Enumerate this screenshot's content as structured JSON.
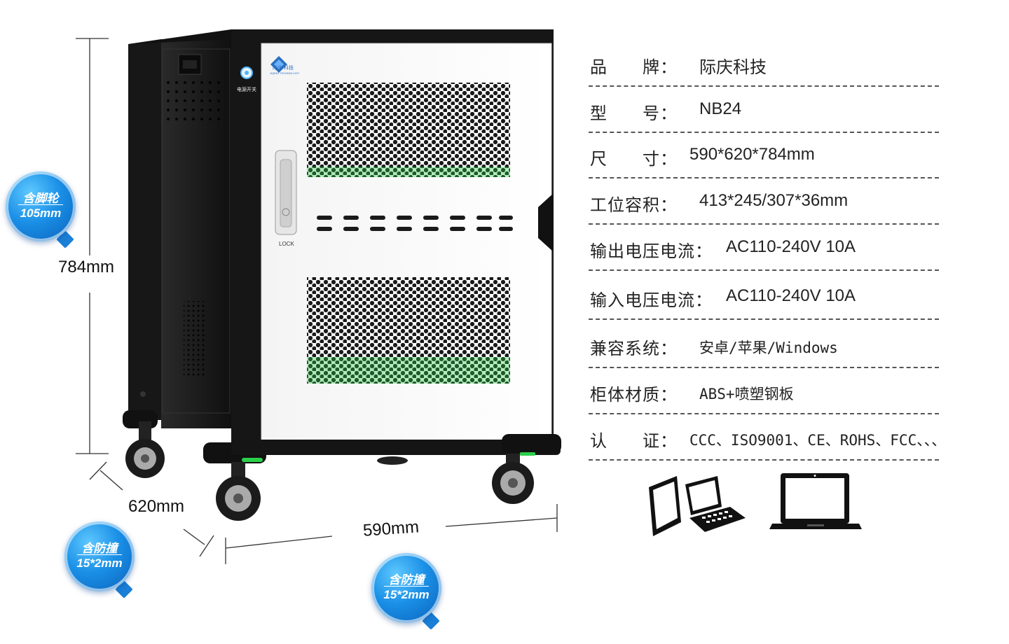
{
  "specs": [
    {
      "label": "品　　牌：",
      "value": "际庆科技"
    },
    {
      "label": "型　　号：",
      "value": "NB24"
    },
    {
      "label": "尺　　寸：",
      "value": "590*620*784mm"
    },
    {
      "label": "工位容积：",
      "value": "413*245/307*36mm"
    },
    {
      "label": "输出电压电流：",
      "value": "AC110-240V 10A"
    },
    {
      "label": "输入电压电流：",
      "value": "AC110-240V 10A"
    },
    {
      "label": "兼容系统：",
      "value": "安卓/苹果/Windows"
    },
    {
      "label": "柜体材质：",
      "value": "ABS+喷塑钢板"
    },
    {
      "label": "认　　证：",
      "value": "CCC、ISO9001、CE、ROHS、FCC、、、"
    }
  ],
  "dimensions": {
    "height": "784mm",
    "depth": "620mm",
    "width": "590mm"
  },
  "badges": {
    "casters": {
      "title": "含脚轮",
      "value": "105mm"
    },
    "bumper_left": {
      "title": "含防撞",
      "value": "15*2mm"
    },
    "bumper_bottom": {
      "title": "含防撞",
      "value": "15*2mm"
    }
  },
  "cabinet": {
    "power_label": "电源开关",
    "lock_label": "LOCK",
    "logo_text": "际庆 科技",
    "logo_sub": "JIQING TECHNOLOGY"
  },
  "device_icons": [
    "tablet-icon",
    "keyboard-tablet-icon",
    "laptop-icon"
  ],
  "colors": {
    "accent_green": "#2bd04a",
    "badge_blue": "#1a8fe6",
    "cabinet_black": "#1c1c1c"
  }
}
